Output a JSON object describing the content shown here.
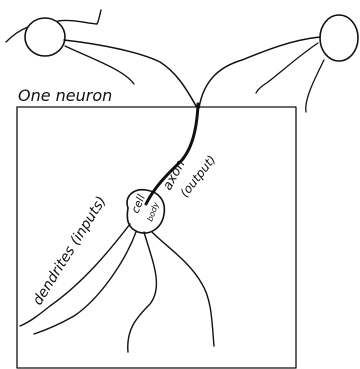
{
  "labels": {
    "frame_title": "One neuron",
    "axon": "axon",
    "output": "(output)",
    "dendrites": "dendrites (inputs)",
    "cell": "cell",
    "body": "body"
  },
  "colors": {
    "ink": "#111111",
    "background": "#ffffff"
  }
}
